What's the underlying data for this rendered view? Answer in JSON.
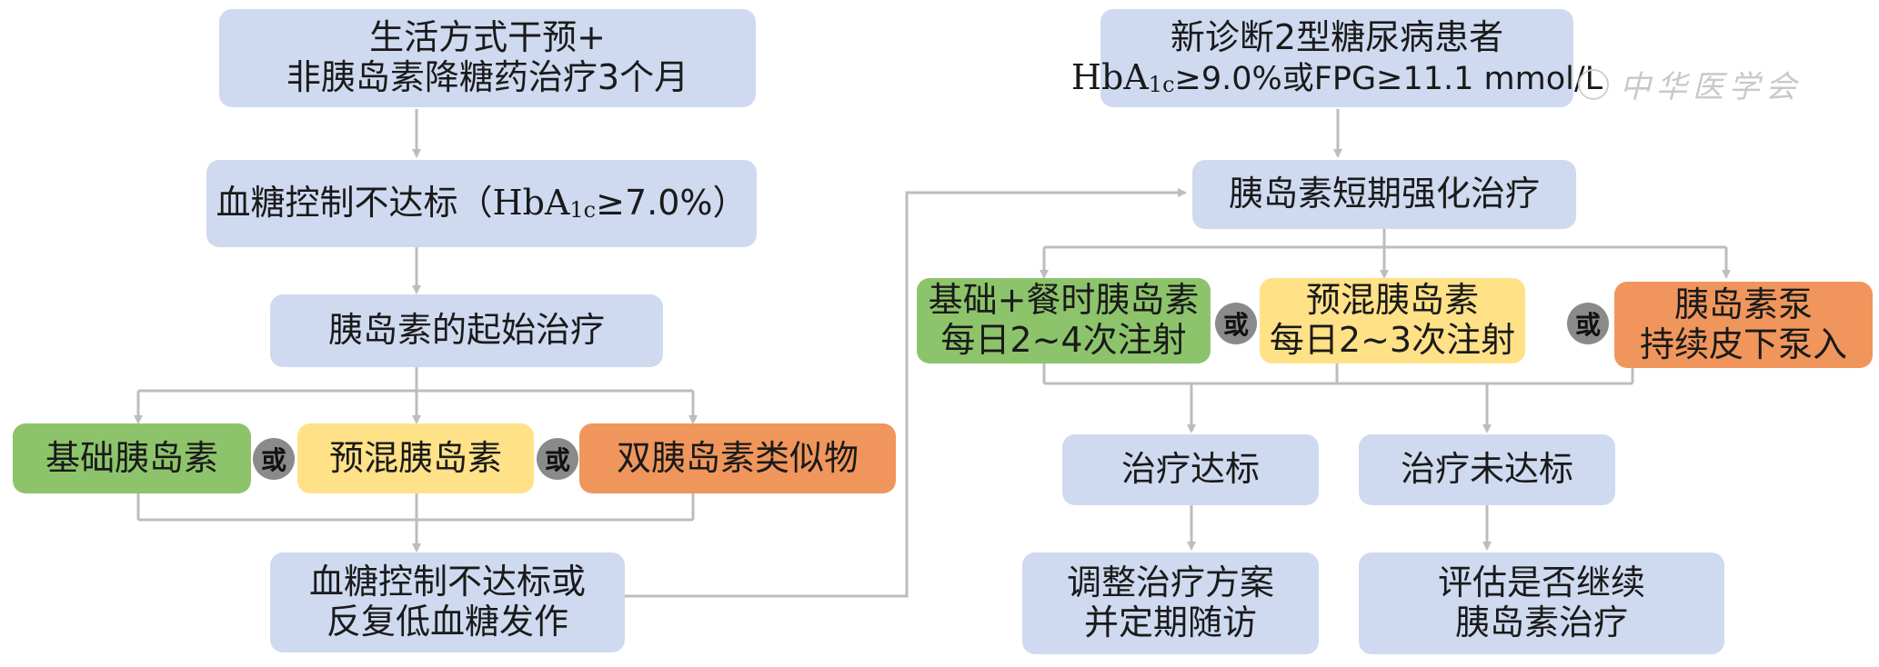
{
  "left": {
    "lifestyle": {
      "line1": "生活方式干预+",
      "line2": "非胰岛素降糖药治疗3个月"
    },
    "uncontrolled_pre": "血糖控制不达标",
    "uncontrolled_paren_open": "（",
    "uncontrolled_hb": "HbA",
    "uncontrolled_sub": "1c",
    "uncontrolled_tail": "≥7.0%）",
    "initiation": "胰岛素的起始治疗",
    "options": [
      "基础胰岛素",
      "预混胰岛素",
      "双胰岛素类似物"
    ],
    "or": "或",
    "uncontrolled_again": {
      "line1": "血糖控制不达标或",
      "line2": "反复低血糖发作"
    }
  },
  "right": {
    "new_diagnosis": {
      "line1": "新诊断2型糖尿病患者",
      "line2_hb": "HbA",
      "line2_sub": "1c",
      "line2_tail": "≥9.0%或FPG≥11.1 mmol/L"
    },
    "short_term": "胰岛素短期强化治疗",
    "options": [
      {
        "line1": "基础+餐时胰岛素",
        "line2": "每日2~4次注射"
      },
      {
        "line1": "预混胰岛素",
        "line2": "每日2~3次注射"
      },
      {
        "line1": "胰岛素泵",
        "line2": "持续皮下泵入"
      }
    ],
    "or": "或",
    "outcome_met": "治疗达标",
    "outcome_unmet": "治疗未达标",
    "followup_met": {
      "line1": "调整治疗方案",
      "line2": "并定期随访"
    },
    "followup_unmet": {
      "line1": "评估是否继续",
      "line2": "胰岛素治疗"
    }
  },
  "watermark": "中华医学会",
  "colors": {
    "box_blue": "#cfdaf0",
    "green": "#8dc46b",
    "yellow": "#ffe187",
    "orange": "#f0965c",
    "connector": "#bdbdbd",
    "badge": "#8a8a8a"
  }
}
